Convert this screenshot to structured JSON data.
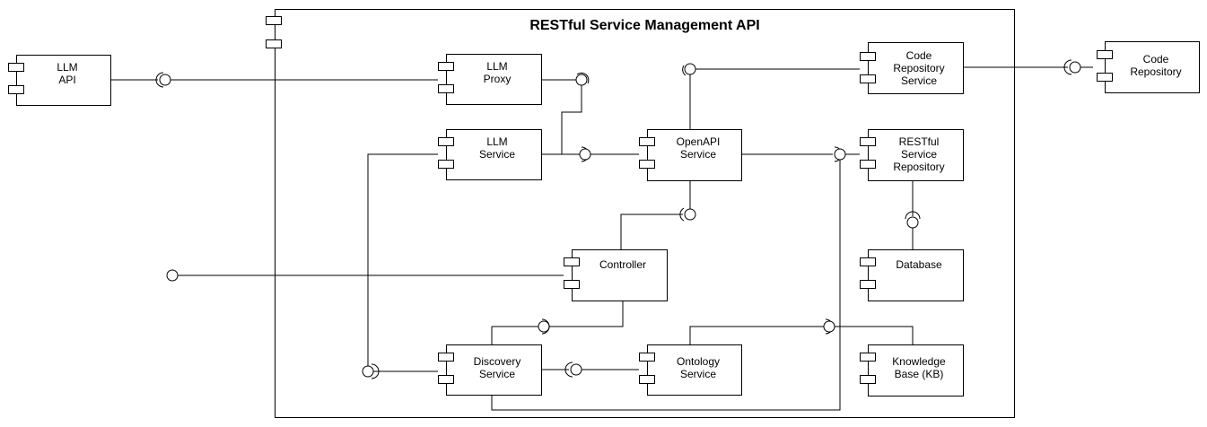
{
  "diagram": {
    "title": "RESTful Service Management API",
    "components": {
      "llm_api": "LLM\nAPI",
      "llm_proxy": "LLM\nProxy",
      "llm_service": "LLM\nService",
      "openapi_service": "OpenAPI\nService",
      "code_repository_service": "Code\nRepository\nService",
      "code_repository": "Code\nRepository",
      "restful_service_repository": "RESTful\nService\nRepository",
      "database": "Database",
      "controller": "Controller",
      "discovery_service": "Discovery\nService",
      "ontology_service": "Ontology\nService",
      "knowledge_base": "Knowledge\nBase (KB)"
    }
  }
}
